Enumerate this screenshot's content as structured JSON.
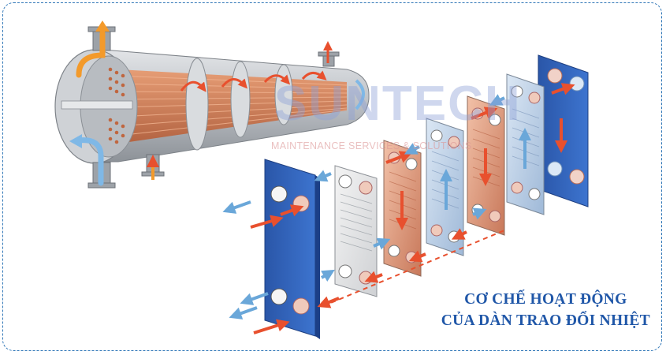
{
  "watermark": {
    "brand": "SUNTECH",
    "subtitle": "MAINTENANCE SERVICES & SOLUTIONS"
  },
  "caption": {
    "line1": "CƠ CHẾ HOẠT ĐỘNG",
    "line2": "CỦA DÀN TRAO ĐỔI NHIỆT"
  },
  "colors": {
    "hot_arrow": "#e8502e",
    "cold_arrow": "#6aa7d9",
    "frame_plate": "#2f61b8",
    "shell": "#c8cbd0",
    "tube": "#d07a52",
    "caption": "#2057a8",
    "border": "#2f76b7"
  },
  "diagram_parts": {
    "left_illustration": "shell-and-tube-heat-exchanger",
    "right_illustration": "exploded-plate-heat-exchanger",
    "plate_sequence": [
      "frame",
      "neutral",
      "hot",
      "cold",
      "hot",
      "cold",
      "frame"
    ]
  }
}
